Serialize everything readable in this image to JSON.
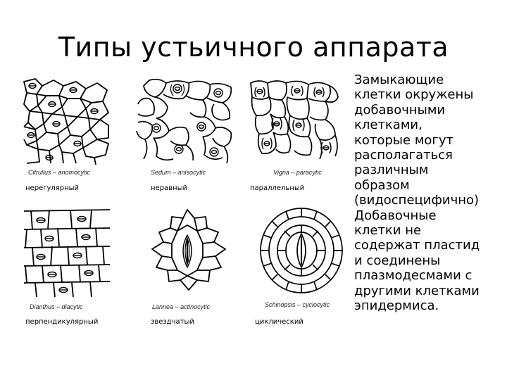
{
  "slide": {
    "title": "Типы устьичного аппарата",
    "description": "Замыкающие\nклетки окружены\nдобавочными\nклетками,\nкоторые могут\nрасполагаться\nразличным\nобразом\n(видоспецифично)\nДобавочные\nклетки не\nсодержат пластид\nи соединены\nплазмодесмами с\nдругими клетками\nэпидермиса."
  },
  "panels": [
    {
      "genus": "Citrullus",
      "type": "anomocytic",
      "label": "нерегулярный"
    },
    {
      "genus": "Sedum",
      "type": "anisocytic",
      "label": "неравный"
    },
    {
      "genus": "Vigna",
      "type": "paracytic",
      "label": "параллельный"
    },
    {
      "genus": "Dianthus",
      "type": "diacytic",
      "label": "перпендикулярный"
    },
    {
      "genus": "Lannea",
      "type": "actinocytic",
      "label": "звездчатый"
    },
    {
      "genus": "Schinopsis",
      "type": "cyclocytic",
      "label": "циклический"
    }
  ]
}
